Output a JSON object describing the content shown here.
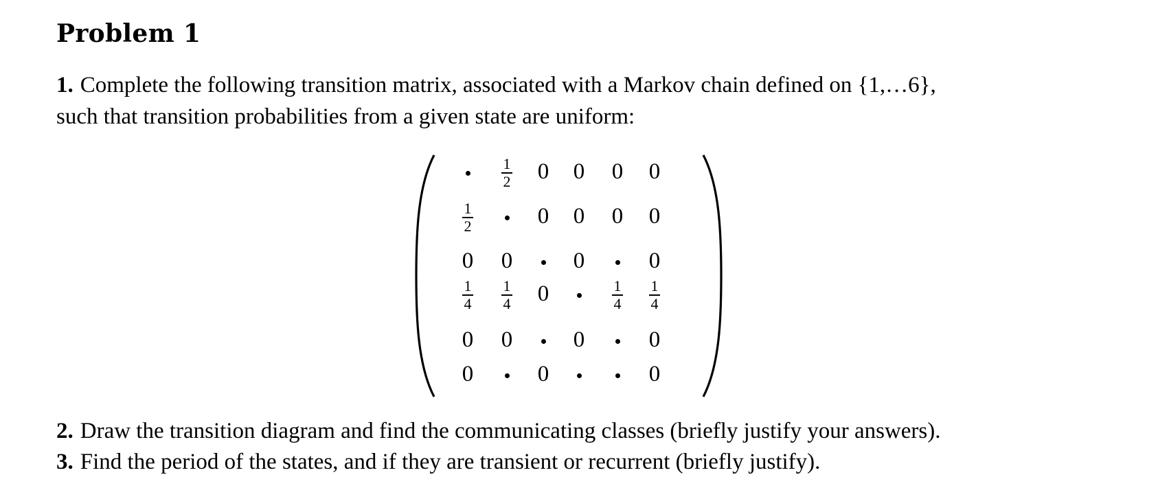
{
  "document": {
    "heading": "Problem 1",
    "questions": [
      {
        "number": "1.",
        "lines": [
          "Complete the following transition matrix, associated with a Markov chain defined on {1,…6},",
          "such that transition probabilities from a given state are uniform:"
        ]
      },
      {
        "number": "2.",
        "lines": [
          "Draw the transition diagram and find the communicating classes (briefly justify your answers)."
        ]
      },
      {
        "number": "3.",
        "lines": [
          "Find the period of the states, and if they are transient or recurrent (briefly justify)."
        ]
      }
    ],
    "matrix": {
      "size": 6,
      "blank_symbol": "•",
      "rows": [
        [
          "•",
          "1/2",
          "0",
          "0",
          "0",
          "0"
        ],
        [
          "1/2",
          "•",
          "0",
          "0",
          "0",
          "0"
        ],
        [
          "0",
          "0",
          "•",
          "0",
          "•",
          "0"
        ],
        [
          "1/4",
          "1/4",
          "0",
          "•",
          "1/4",
          "1/4"
        ],
        [
          "0",
          "0",
          "•",
          "0",
          "•",
          "0"
        ],
        [
          "0",
          "•",
          "0",
          "•",
          "•",
          "0"
        ]
      ]
    }
  }
}
